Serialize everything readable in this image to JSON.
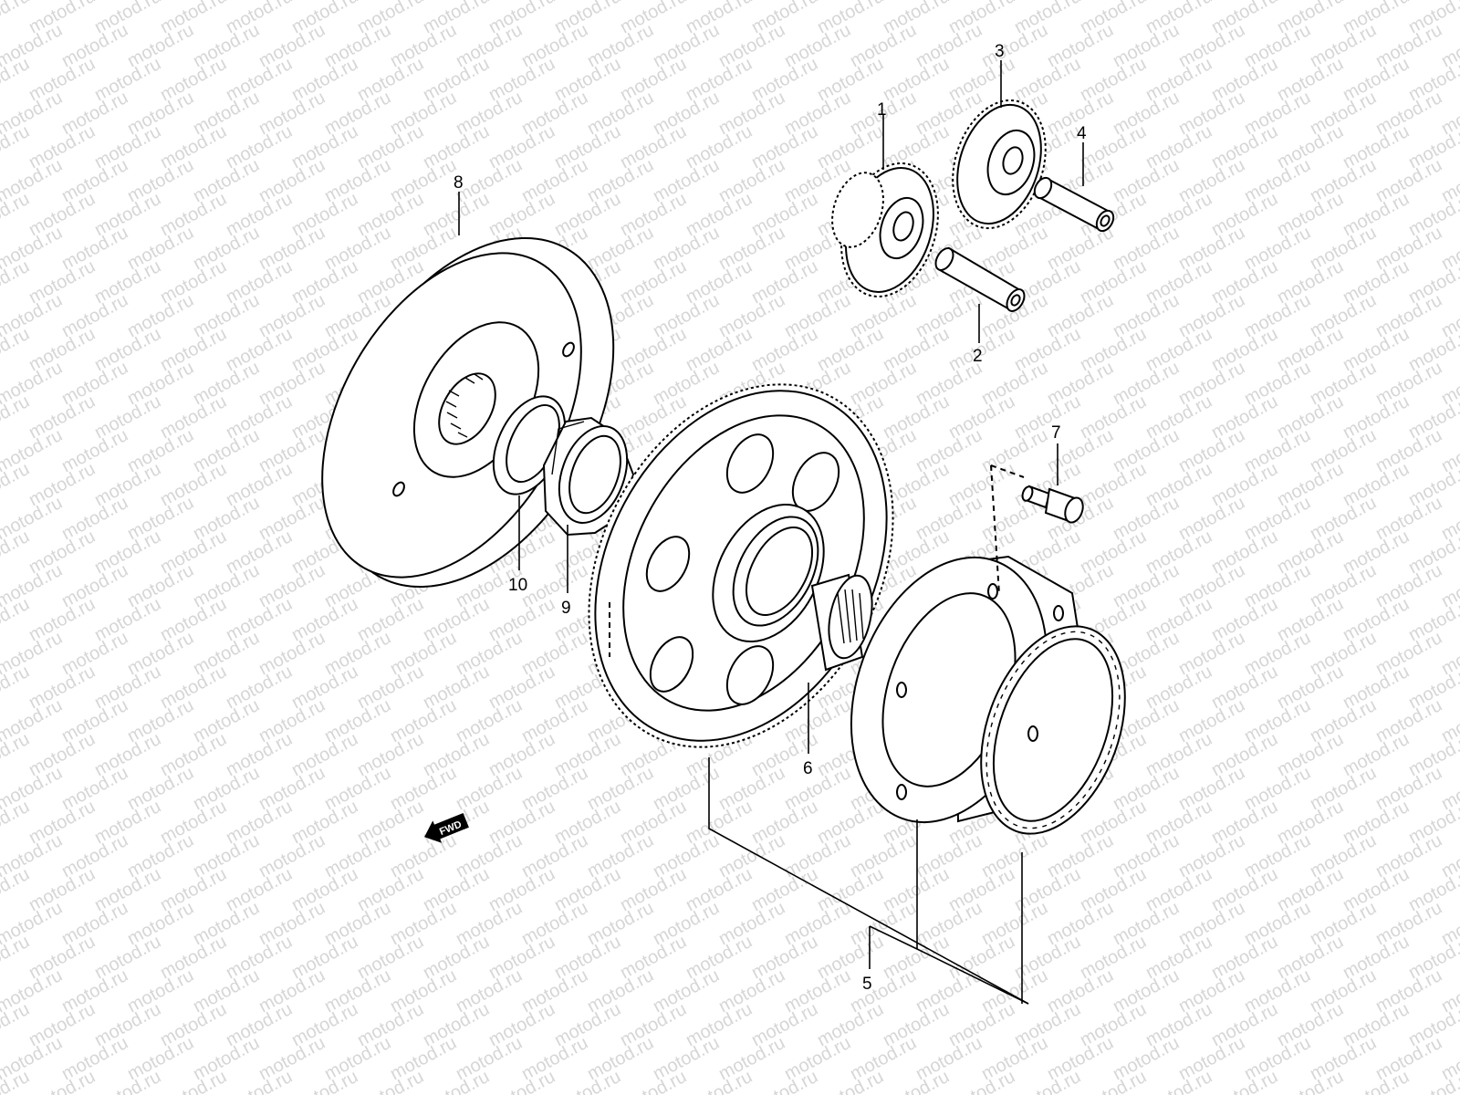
{
  "watermark": {
    "text": "motod.ru",
    "color": "#d6d6d6"
  },
  "diagram": {
    "line_color": "#000000",
    "background": "#ffffff",
    "callouts": {
      "c1": "1",
      "c2": "2",
      "c3": "3",
      "c4": "4",
      "c5": "5",
      "c6": "6",
      "c7": "7",
      "c8": "8",
      "c9": "9",
      "c10": "10"
    },
    "fwd_marker": {
      "label": "FWD",
      "icon": "direction-arrow-icon"
    }
  }
}
